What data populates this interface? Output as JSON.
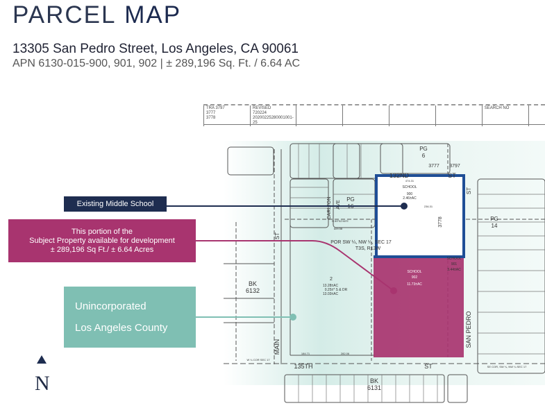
{
  "header": {
    "title_light": "PARCEL",
    "title_bold": "MAP",
    "address": "13305 San Pedro Street, Los Angeles, CA 90061",
    "apn": "APN 6130-015-900, 901, 902 | ±  289,196 Sq. Ft. / 6.64 AC"
  },
  "record_table": {
    "tra": [
      "TRA  3797",
      "3777",
      "3778"
    ],
    "revised": [
      "REVISED",
      "720224",
      "20200225280001001-25"
    ],
    "search": "SEARCH NO"
  },
  "callouts": {
    "school": "Existing Middle School",
    "development": [
      "This portion of the",
      "Subject Property available for development",
      "± 289,196 Sq Ft./ ± 6.64 Acres"
    ],
    "county": [
      "Unincorporated",
      "Los Angeles County"
    ]
  },
  "map_labels": {
    "pg6": [
      "PG",
      "6"
    ],
    "pg16": [
      "PG",
      "16"
    ],
    "pg14": [
      "PG",
      "14"
    ],
    "bk6132": [
      "BK",
      "6132"
    ],
    "bk6131": [
      "BK",
      "6131"
    ],
    "st132": "132ND",
    "st135": "135TH",
    "st": "ST",
    "main": "MAIN",
    "san_pedro": "SAN PEDRO",
    "carlton": "CARLTON",
    "ave": "AVE",
    "tra3777": "3777",
    "tra3797": "3797",
    "tra3778": "3778",
    "section": [
      "POR SW ¼, NW ¼, SEC 17",
      "T3S, R13W"
    ],
    "school": "SCHOOL",
    "parcel900": "900",
    "parcel901": "901",
    "parcel902": "902",
    "ac900": "2.46±AC",
    "ac901": "3.44±AC",
    "ac902": "11.73±AC",
    "parcel2": "2",
    "ac2": [
      "13.28±AC",
      "0.25±* S & DR",
      "13.03±AC"
    ],
    "n_bearing": "N 89°52'46\"E",
    "dim1": "609.58",
    "dim2": "474.31",
    "dim3": "236.31",
    "dim4": "282.06",
    "dim5": "184.71",
    "w_cor": "W ¼ COR SEC 17",
    "se_cor": "SE COR, SW ¼, NW ¼ SEC 17"
  },
  "colors": {
    "navy": "#1e2d50",
    "magenta": "#a8346f",
    "teal": "#7fbfb3",
    "school_blue": "#1f4e96"
  },
  "north_arrow": {
    "label": "N",
    "icon": "north-arrow-icon"
  }
}
